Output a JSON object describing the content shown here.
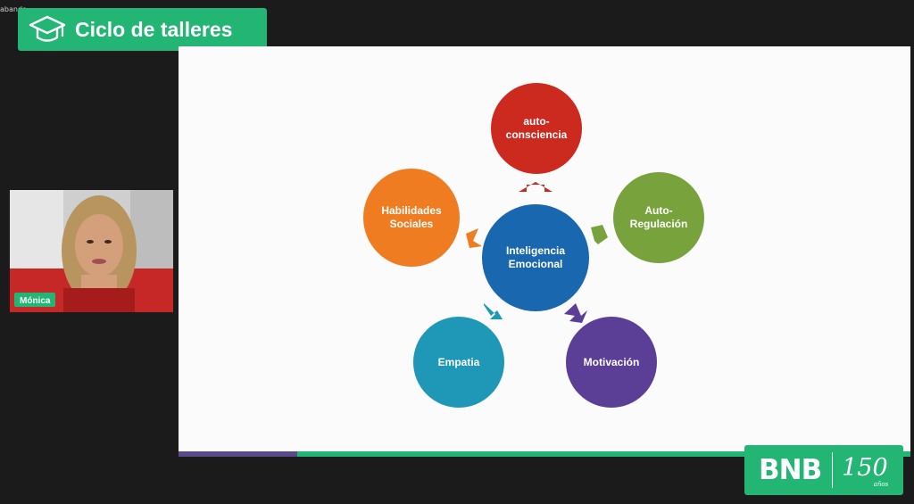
{
  "status_text": "abando",
  "banner": {
    "title": "Ciclo de talleres",
    "icon": "graduation-cap-icon"
  },
  "participant": {
    "name": "Mónica"
  },
  "slide": {
    "center": "Inteligencia Emocional",
    "nodes": [
      {
        "id": "autoconsciencia",
        "label": "auto-\nconsciencia",
        "color": "#cc2a1f"
      },
      {
        "id": "autoregulacion",
        "label": "Auto-\nRegulación",
        "color": "#78a23c"
      },
      {
        "id": "motivacion",
        "label": "Motivación",
        "color": "#5b3f96"
      },
      {
        "id": "empatia",
        "label": "Empatia",
        "color": "#1e98b6"
      },
      {
        "id": "habilidades",
        "label": "Habilidades\nSociales",
        "color": "#f07c21"
      }
    ],
    "center_color": "#1967ae"
  },
  "logo": {
    "brand": "BNB",
    "years": "150",
    "years_sub": "años"
  },
  "colors": {
    "accent": "#22b573"
  }
}
